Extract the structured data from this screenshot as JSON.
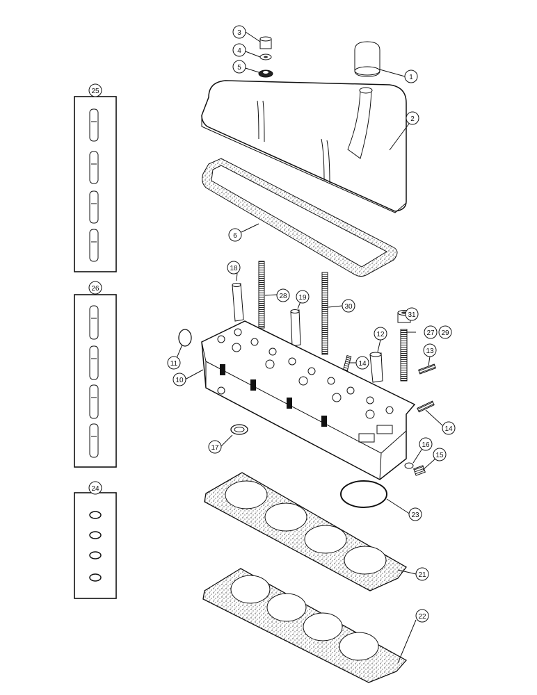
{
  "callouts": {
    "c1": "1",
    "c2": "2",
    "c3": "3",
    "c4": "4",
    "c5": "5",
    "c6": "6",
    "c10": "10",
    "c11": "11",
    "c12": "12",
    "c13": "13",
    "c14a": "14",
    "c14b": "14",
    "c15": "15",
    "c16": "16",
    "c17": "17",
    "c18": "18",
    "c19": "19",
    "c21": "21",
    "c22": "22",
    "c23": "23",
    "c24": "24",
    "c25": "25",
    "c26": "26",
    "c27": "27",
    "c28": "28",
    "c29": "29",
    "c30": "30",
    "c31": "31"
  }
}
